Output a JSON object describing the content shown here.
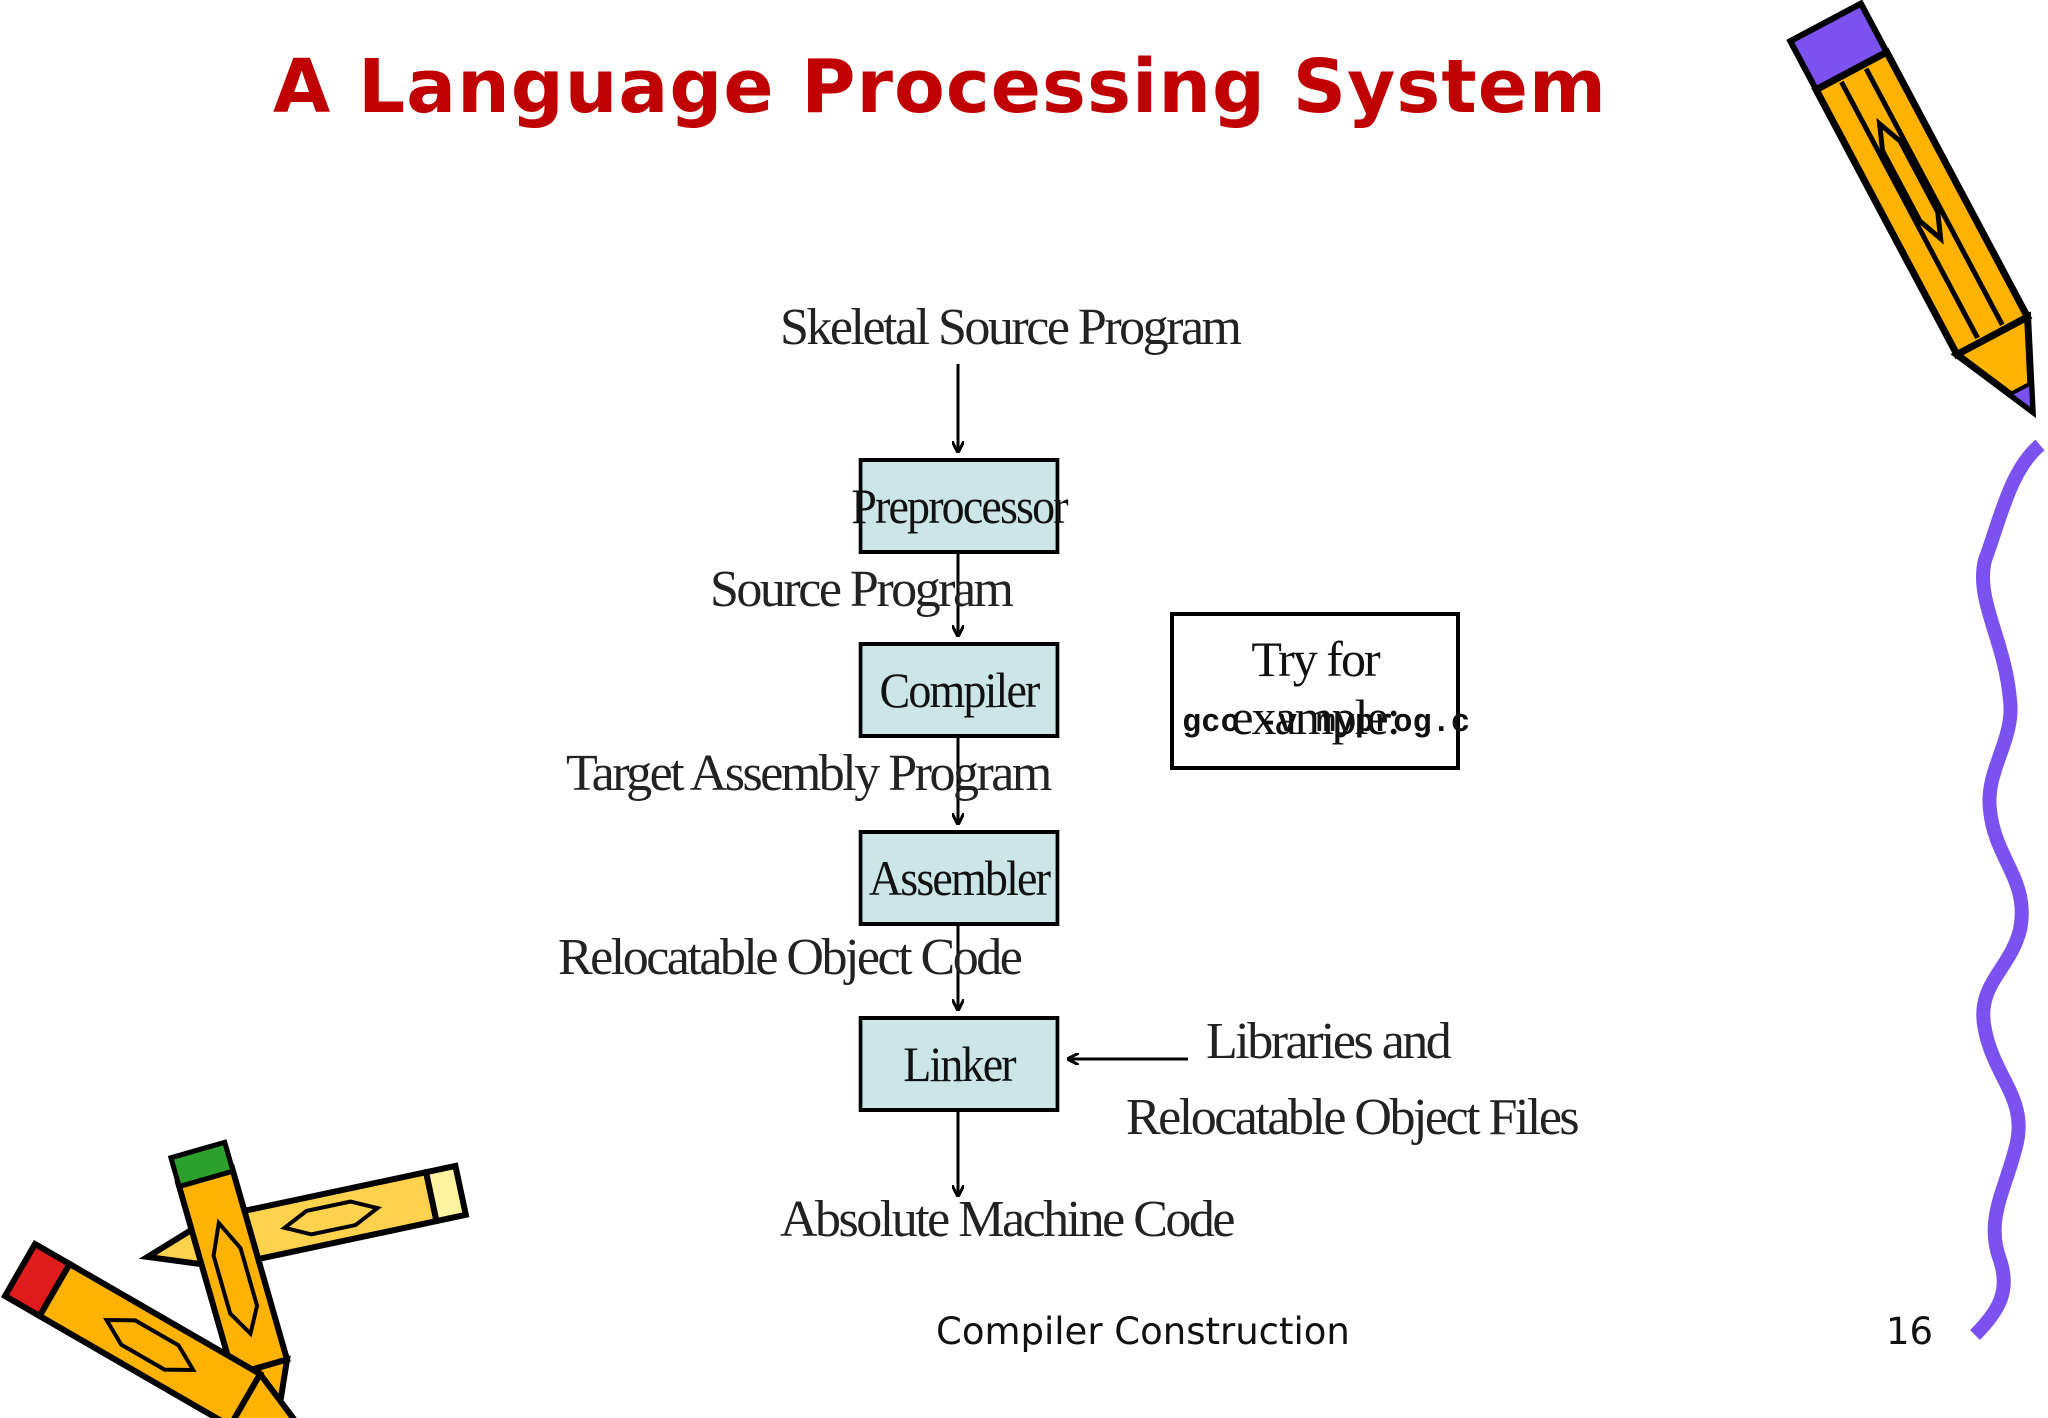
{
  "slide": {
    "title": "A Language Processing System",
    "footer": "Compiler Construction",
    "page_number": "16"
  },
  "diagram": {
    "input_label": "Skeletal Source Program",
    "stages": [
      {
        "name": "Preprocessor",
        "output": "Source Program"
      },
      {
        "name": "Compiler",
        "output": "Target Assembly Program"
      },
      {
        "name": "Assembler",
        "output": "Relocatable Object Code"
      },
      {
        "name": "Linker",
        "output": "Absolute Machine Code"
      }
    ],
    "linker_input": {
      "line1": "Libraries and",
      "line2": "Relocatable Object Files"
    },
    "example": {
      "title": "Try for example:",
      "command": "gcc -v myprog.c"
    }
  },
  "colors": {
    "title": "#c00000",
    "box_fill": "#cce6e8",
    "border": "#000000",
    "squiggle": "#7b52f0",
    "pencil_body": "#ffb300",
    "pencil_accent": "#7b52f0"
  },
  "decorations": {
    "top_right": "pencil-icon",
    "bottom_left": "crossed-pencils-icon",
    "right_edge": "squiggle-line"
  }
}
